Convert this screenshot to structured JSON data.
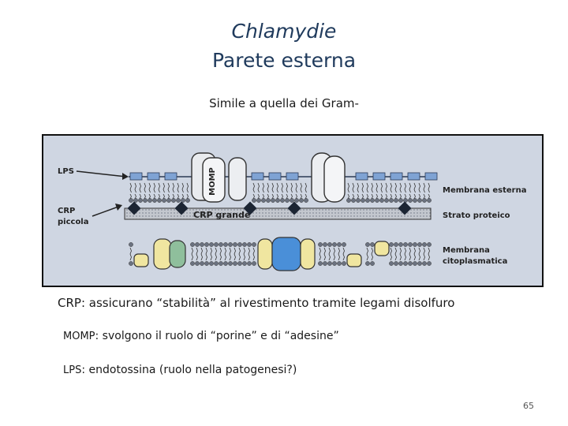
{
  "slide": {
    "title_line1": "Chlamydie",
    "title_line2": "Parete esterna",
    "subtitle": "Simile a quella dei Gram-",
    "page_number": "65"
  },
  "figure": {
    "left_labels": {
      "lps": "LPS",
      "crp_small_1": "CRP",
      "crp_small_2": "piccola"
    },
    "right_labels": {
      "outer_membrane": "Membrana esterna",
      "protein_layer": "Strato proteico",
      "cyto_membrane_1": "Membrana",
      "cyto_membrane_2": "citoplasmatica"
    },
    "inner_labels": {
      "momp": "MOMP",
      "crp_large": "CRP grande"
    },
    "colors": {
      "background": "#cfd6e2",
      "lps_blue": "#7fa3d4",
      "protein_layer": "#b8bcc4",
      "yellow": "#f0e6a0",
      "green": "#8fbf9c",
      "blue_protein": "#4a8fd8",
      "diamond": "#1c2533"
    }
  },
  "bullets": {
    "b1_lead": "CRP",
    "b1_text": ": assicurano “stabilità” al rivestimento tramite legami disolfuro",
    "b2_lead": "MOMP",
    "b2_text": ": svolgono il ruolo di “porine” e di “adesine”",
    "b3_lead": "LPS",
    "b3_text": ": endotossina (ruolo nella patogenesi?)"
  }
}
